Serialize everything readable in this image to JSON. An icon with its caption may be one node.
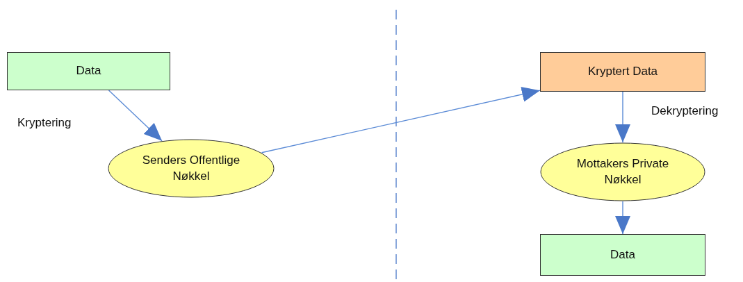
{
  "diagram": {
    "nodes": [
      {
        "text": [
          "Data"
        ]
      },
      {
        "text": [
          "Senders Offentlige Nøkkel"
        ]
      },
      {
        "text": [
          "Kryptert Data"
        ]
      },
      {
        "text": [
          "Mottakers Private Nøkkel"
        ]
      },
      {
        "text": [
          "Data"
        ]
      }
    ],
    "edges": [
      {
        "from": 0,
        "to": 1,
        "arrow": "to",
        "label": "Kryptering"
      },
      {
        "from": 1,
        "to": 2,
        "arrow": "to"
      },
      {
        "from": 2,
        "to": 3,
        "arrow": "to",
        "label": "Dekryptering"
      },
      {
        "from": 3,
        "to": 4,
        "arrow": "to"
      }
    ]
  }
}
